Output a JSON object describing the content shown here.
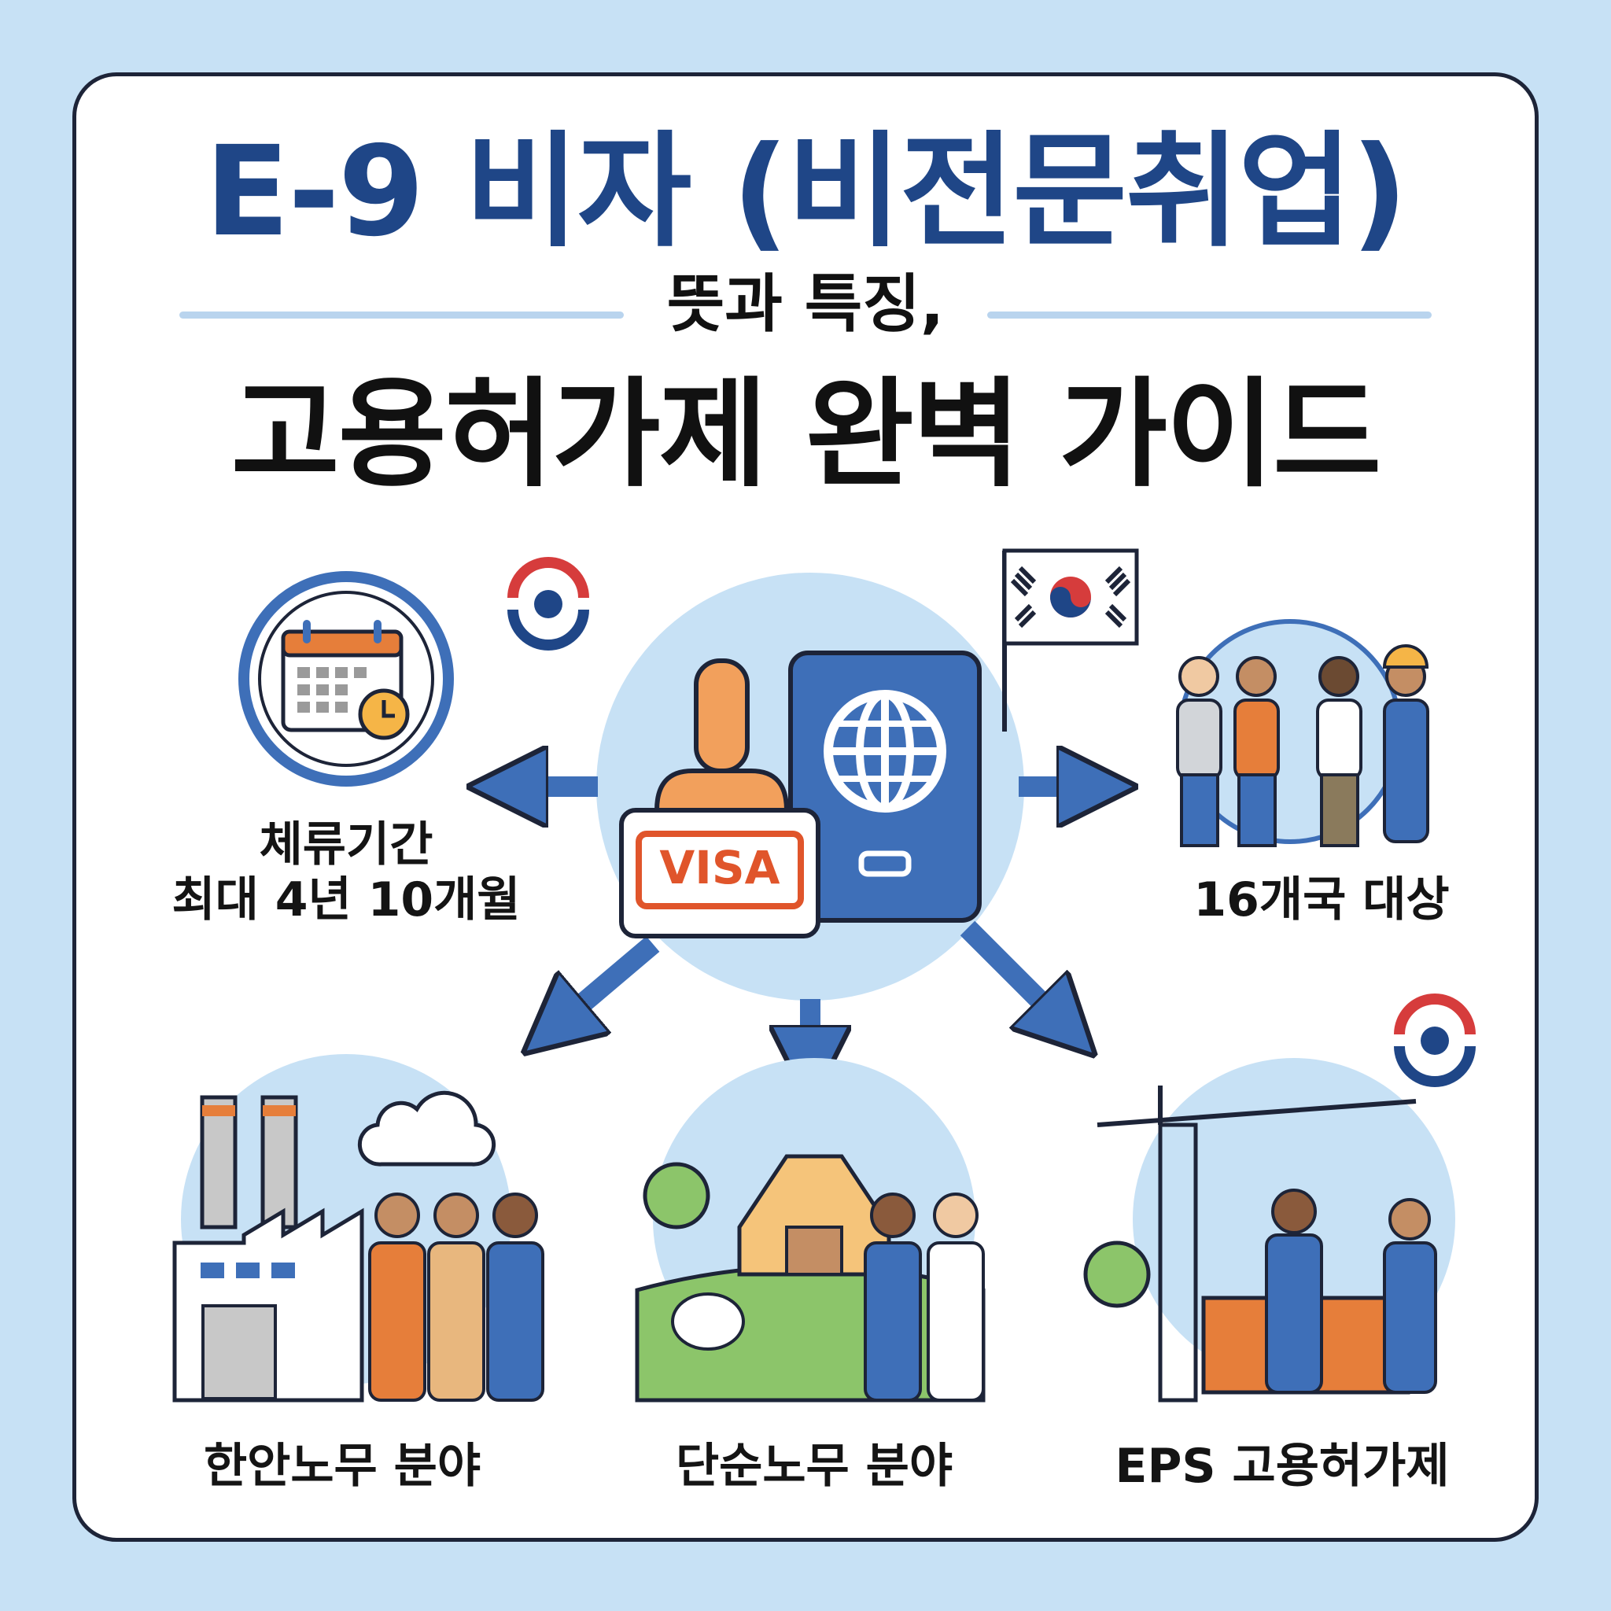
{
  "title": {
    "main": "E-9 비자 (비전문취업)",
    "sub": "뜻과 특징,",
    "big": "고용허가제 완벽 가이드"
  },
  "center": {
    "stamp_text": "VISA"
  },
  "features": {
    "stay_line1": "체류기간",
    "stay_line2": "최대 4년 10개월",
    "countries": "16개국 대상",
    "manufacturing": "한안노무 분야",
    "agriculture": "단순노무 분야",
    "eps": "EPS 고용허가제"
  },
  "icons": {
    "calendar": "calendar-clock-icon",
    "passport": "passport-globe-icon",
    "stamp": "visa-stamp-icon",
    "flag": "korea-flag-icon",
    "emblem": "korean-government-emblem-icon"
  },
  "colors": {
    "navy": "#1f4687",
    "blue": "#3e6fb8",
    "light_blue": "#c7e1f5",
    "orange": "#e67e3a",
    "red": "#d63c3c"
  }
}
